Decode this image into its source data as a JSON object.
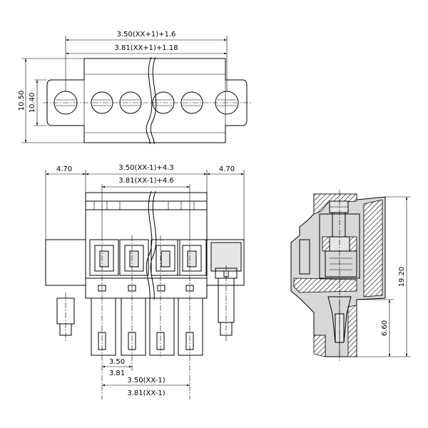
{
  "top_view": {
    "dim_overall_350": "3.50(XX+1)+1.6",
    "dim_overall_381": "3.81(XX+1)+1.18",
    "dim_height_1050": "10.50",
    "dim_height_1040": "10.40"
  },
  "front_view": {
    "dim_left_flange": "4.70",
    "dim_right_flange": "4.70",
    "dim_body_350": "3.50(XX-1)+4.3",
    "dim_body_381": "3.81(XX-1)+4.6",
    "dim_pitch_350": "3.50",
    "dim_pitch_381": "3.81",
    "dim_span_350": "3.50(XX-1)",
    "dim_span_381": "3.81(XX-1)"
  },
  "side_view": {
    "dim_total_height": "19.20",
    "dim_pin_height": "6.60"
  }
}
